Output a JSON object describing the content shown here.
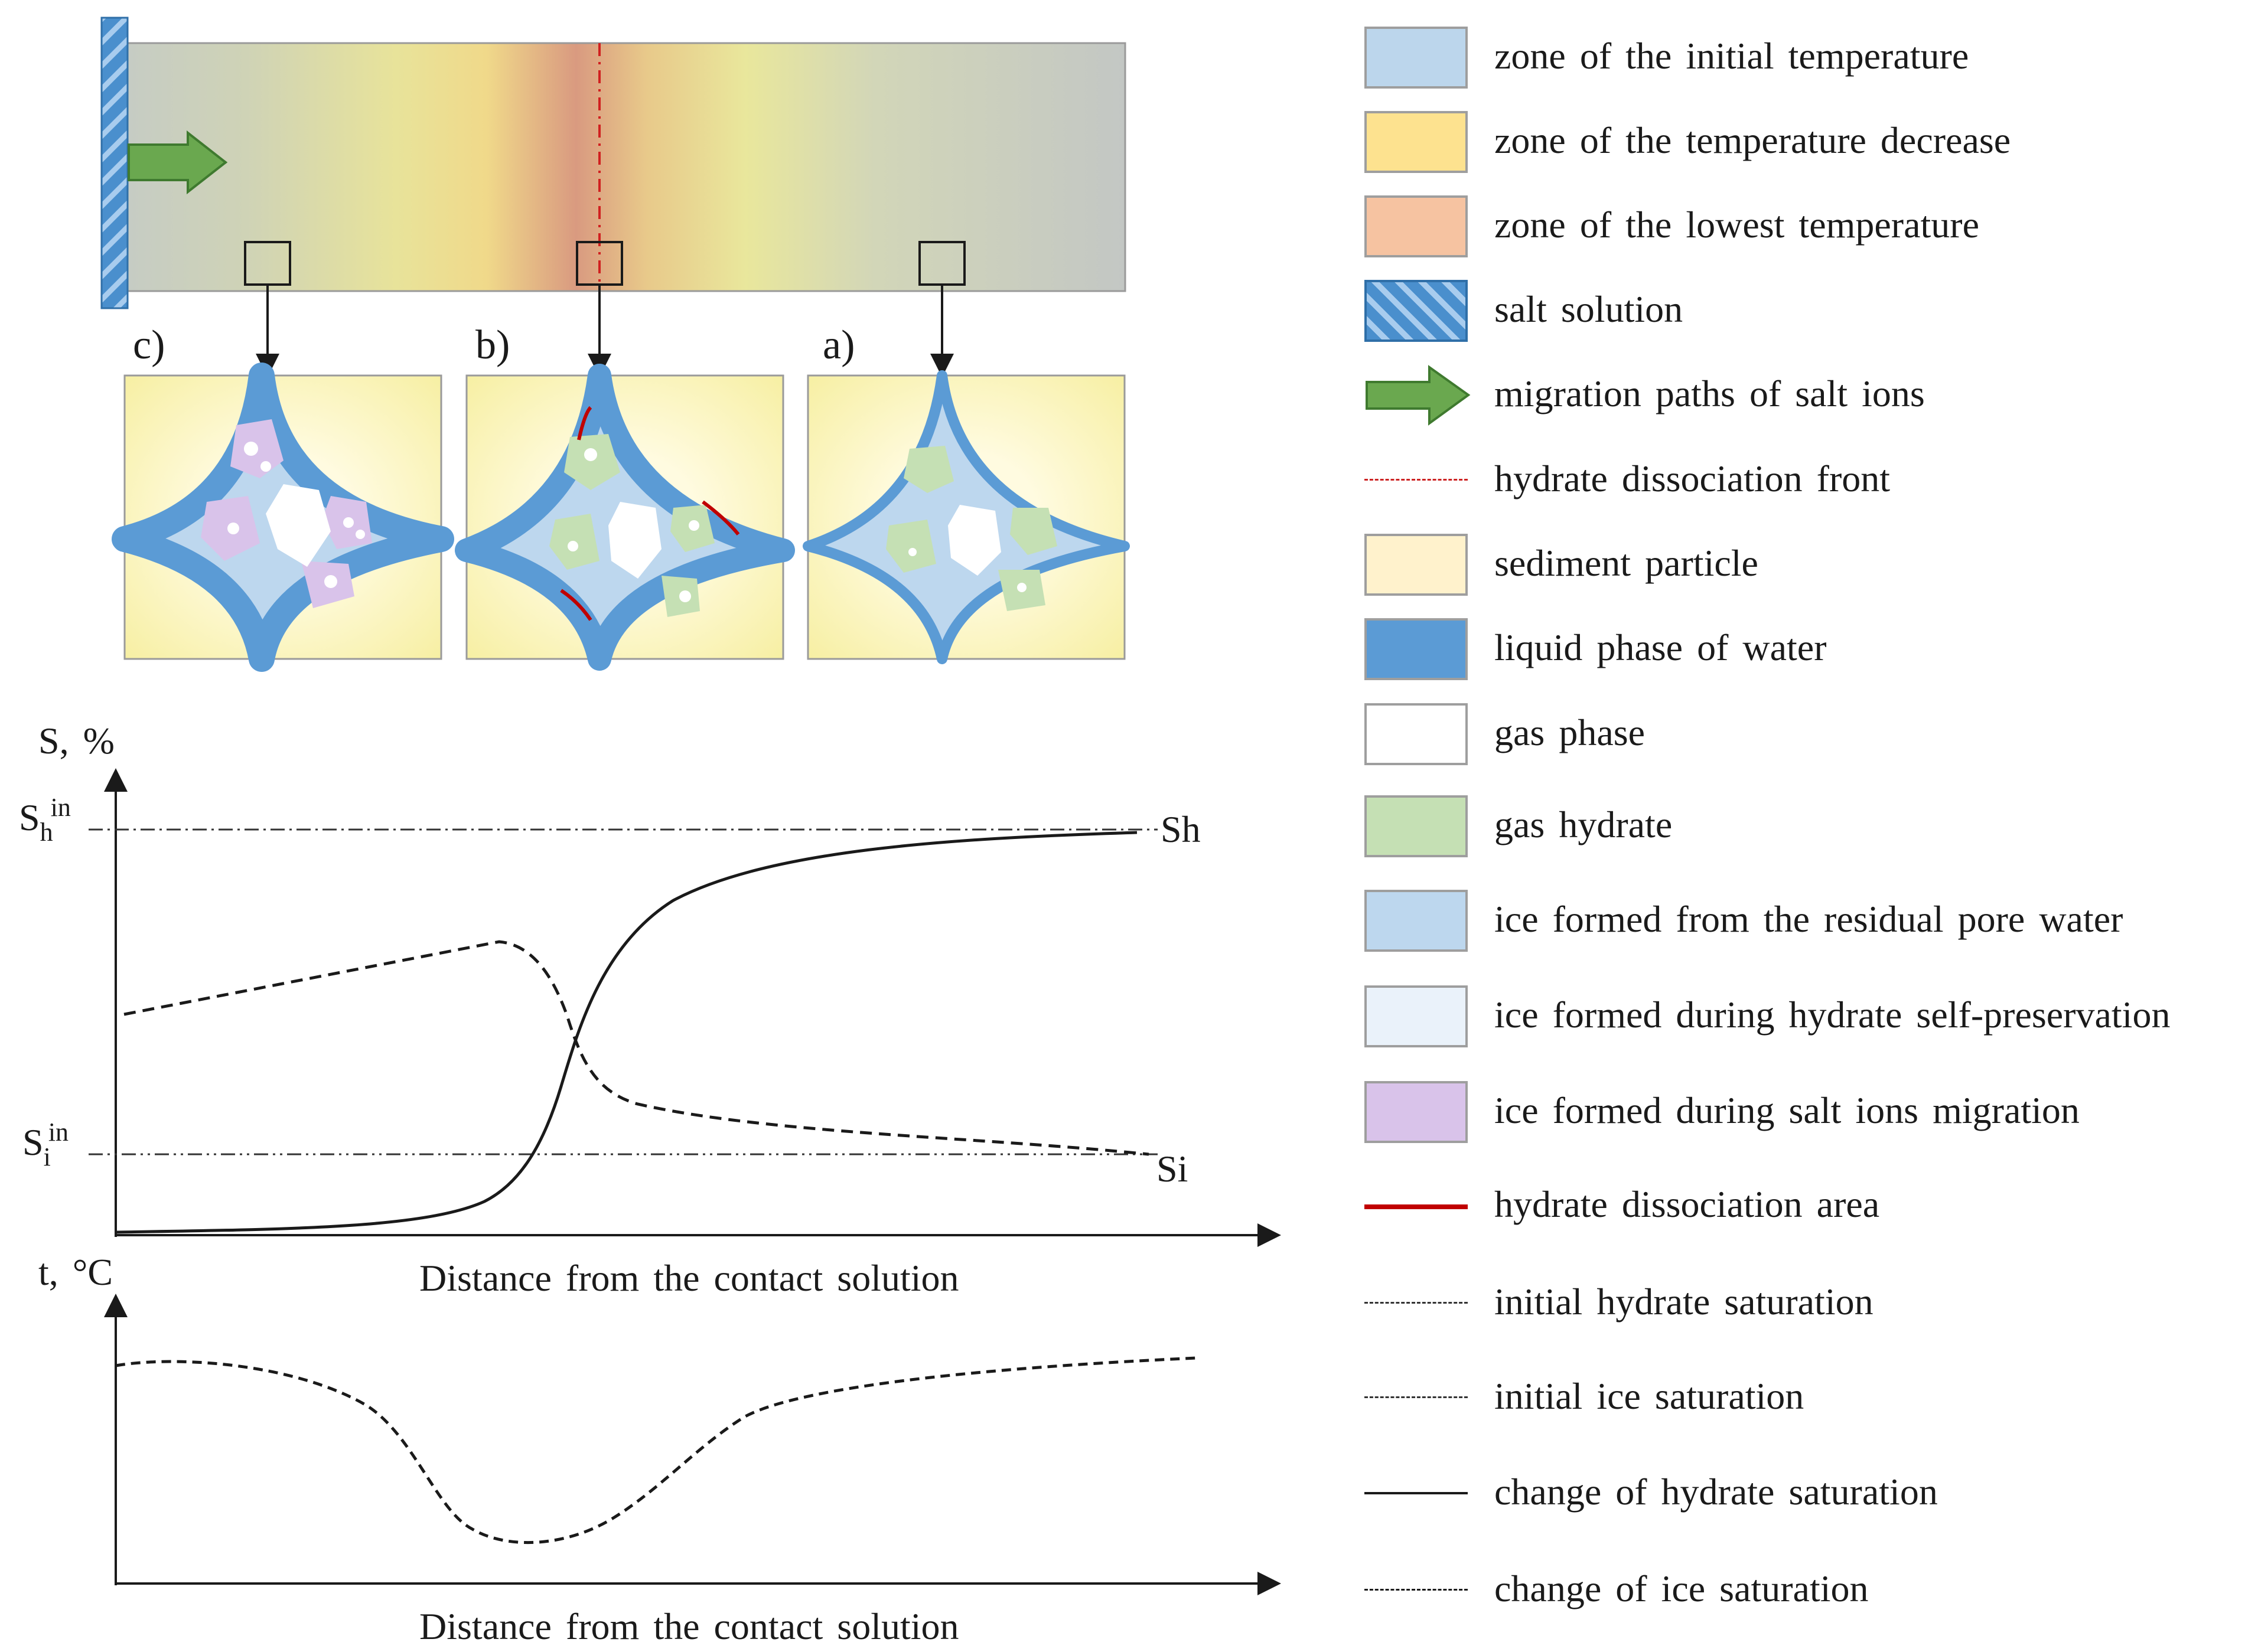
{
  "panels": {
    "a_label": "a)",
    "b_label": "b)",
    "c_label": "c)"
  },
  "saturation_chart": {
    "y_axis_label": "S, %",
    "x_axis_label": "Distance from the contact solution",
    "sh_in_base": "S",
    "sh_in_sub": "h",
    "sh_in_sup": "in",
    "si_in_base": "S",
    "si_in_sub": "i",
    "si_in_sup": "in",
    "sh_curve_label": "Sh",
    "si_curve_label": "Si"
  },
  "temperature_chart": {
    "y_axis_label": "t, °C",
    "x_axis_label": "Distance from the contact solution"
  },
  "legend": [
    {
      "label": "zone of the initial temperature",
      "kind": "fill",
      "color": "#bcd6ec"
    },
    {
      "label": "zone of the temperature decrease",
      "kind": "fill",
      "color": "#fde28f"
    },
    {
      "label": "zone of the lowest temperature",
      "kind": "fill",
      "color": "#f6c3a1"
    },
    {
      "label": "salt solution",
      "kind": "hatch",
      "color": "#4a8fcd"
    },
    {
      "label": "migration paths of salt ions",
      "kind": "arrow",
      "color": "#6aa84f"
    },
    {
      "label": "hydrate dissociation front",
      "kind": "redDashDot",
      "color": "#cc2222"
    },
    {
      "label": "sediment particle",
      "kind": "fill",
      "color": "#fff2cc"
    },
    {
      "label": "liquid phase of water",
      "kind": "fill",
      "color": "#5b9bd5"
    },
    {
      "label": "gas phase",
      "kind": "fill",
      "color": "#ffffff"
    },
    {
      "label": "gas hydrate",
      "kind": "fill",
      "color": "#c5e0b4"
    },
    {
      "label": "ice formed from the residual pore water",
      "kind": "fill",
      "color": "#bdd7ee"
    },
    {
      "label": "ice formed during hydrate self-preservation",
      "kind": "fill",
      "color": "#eaf2fa"
    },
    {
      "label": "ice formed during salt ions migration",
      "kind": "fill",
      "color": "#d9c3ea"
    },
    {
      "label": "hydrate dissociation area",
      "kind": "redLine",
      "color": "#c00000"
    },
    {
      "label": "initial hydrate saturation",
      "kind": "dashDot",
      "color": "#333333"
    },
    {
      "label": "initial ice saturation",
      "kind": "dashDotDot",
      "color": "#333333"
    },
    {
      "label": "change of hydrate saturation",
      "kind": "solid",
      "color": "#1a1a1a"
    },
    {
      "label": "change of ice saturation",
      "kind": "dashed",
      "color": "#1a1a1a"
    }
  ]
}
